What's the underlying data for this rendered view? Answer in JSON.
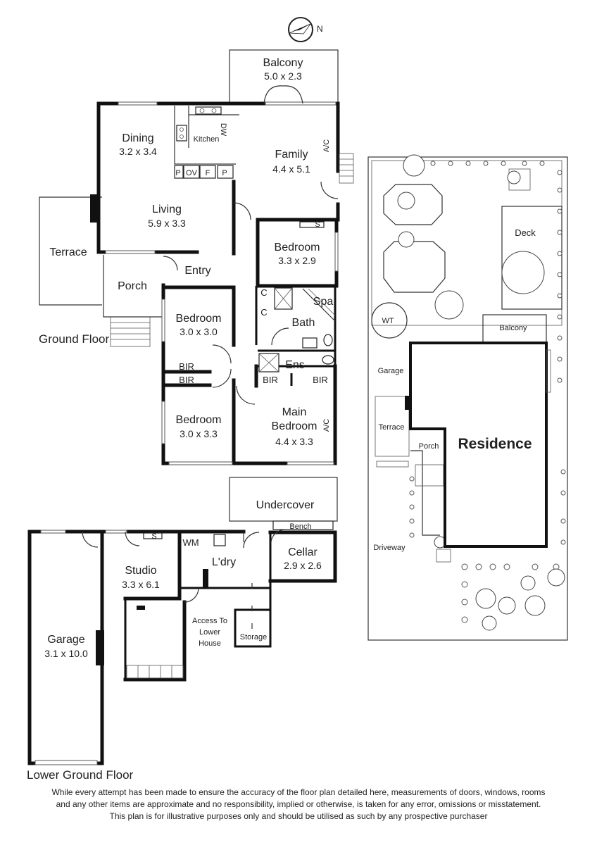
{
  "compass": {
    "north_label": "N"
  },
  "levels": {
    "ground": "Ground Floor",
    "lower": "Lower Ground Floor"
  },
  "ground_floor": {
    "balcony": {
      "name": "Balcony",
      "dims": "5.0 x 2.3"
    },
    "dining": {
      "name": "Dining",
      "dims": "3.2 x 3.4"
    },
    "kitchen": {
      "name": "Kitchen"
    },
    "family": {
      "name": "Family",
      "dims": "4.4 x 5.1"
    },
    "living": {
      "name": "Living",
      "dims": "5.9 x 3.3"
    },
    "terrace": {
      "name": "Terrace"
    },
    "porch": {
      "name": "Porch"
    },
    "entry": {
      "name": "Entry"
    },
    "bedroom_east": {
      "name": "Bedroom",
      "dims": "3.3 x 2.9"
    },
    "bedroom_mid": {
      "name": "Bedroom",
      "dims": "3.0 x 3.0"
    },
    "bedroom_sw": {
      "name": "Bedroom",
      "dims": "3.0 x 3.3"
    },
    "main_bedroom": {
      "name_line1": "Main",
      "name_line2": "Bedroom",
      "dims": "4.4 x 3.3"
    },
    "bath": {
      "name": "Bath"
    },
    "spa": {
      "name": "Spa"
    },
    "ens": {
      "name": "Ens"
    },
    "bir": "BIR",
    "cupboard": "C",
    "ac": "A/C",
    "dw": "DW",
    "s": "S",
    "pantry": "P",
    "oven": "OV",
    "fridge": "F"
  },
  "lower_floor": {
    "undercover": {
      "name": "Undercover"
    },
    "bench": "Bench",
    "wm": "WM",
    "laundry": {
      "name": "L'dry"
    },
    "cellar": {
      "name": "Cellar",
      "dims": "2.9 x 2.6"
    },
    "studio": {
      "name": "Studio",
      "dims": "3.3 x 6.1"
    },
    "garage": {
      "name": "Garage",
      "dims": "3.1 x 10.0"
    },
    "access": {
      "line1": "Access To",
      "line2": "Lower",
      "line3": "House"
    },
    "storage": {
      "name": "Storage"
    },
    "s": "S"
  },
  "site_plan": {
    "deck": "Deck",
    "wt": "WT",
    "balcony": "Balcony",
    "garage": "Garage",
    "terrace": "Terrace",
    "porch": "Porch",
    "residence": "Residence",
    "driveway": "Driveway"
  },
  "disclaimer": {
    "line1": "While every attempt has been made to ensure the accuracy of the floor plan detailed here, measurements of doors, windows, rooms",
    "line2": "and any other items are approximate and no responsibility, implied or otherwise, is taken for any error, omissions or misstatement.",
    "line3": "This plan is for illustrative purposes only and should be utilised as such by any prospective purchaser"
  }
}
